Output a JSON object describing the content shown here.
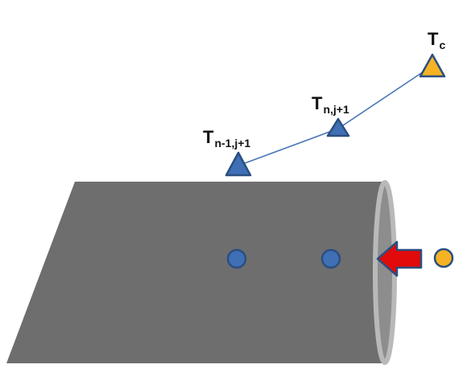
{
  "labels": {
    "t_prev": {
      "main": "T",
      "sub": "n-1,j+1"
    },
    "t_curr": {
      "main": "T",
      "sub": "n,j+1"
    },
    "t_c": {
      "main": "T",
      "sub": "c"
    }
  },
  "colors": {
    "pipe_body": "#6e6e6e",
    "pipe_rim": "#b9b9b9",
    "pipe_opening": "#8d8d8d",
    "node_blue": "#3f6fb5",
    "node_outline": "#2a4f80",
    "node_gold": "#f5b323",
    "arrow_red": "#e20a0a",
    "arrow_outline": "#2a4f80",
    "connector_line": "#4a76b8"
  },
  "icons": {
    "sensor_marker": "triangle-up",
    "interior_node": "circle",
    "inflow_arrow": "arrow-left"
  }
}
